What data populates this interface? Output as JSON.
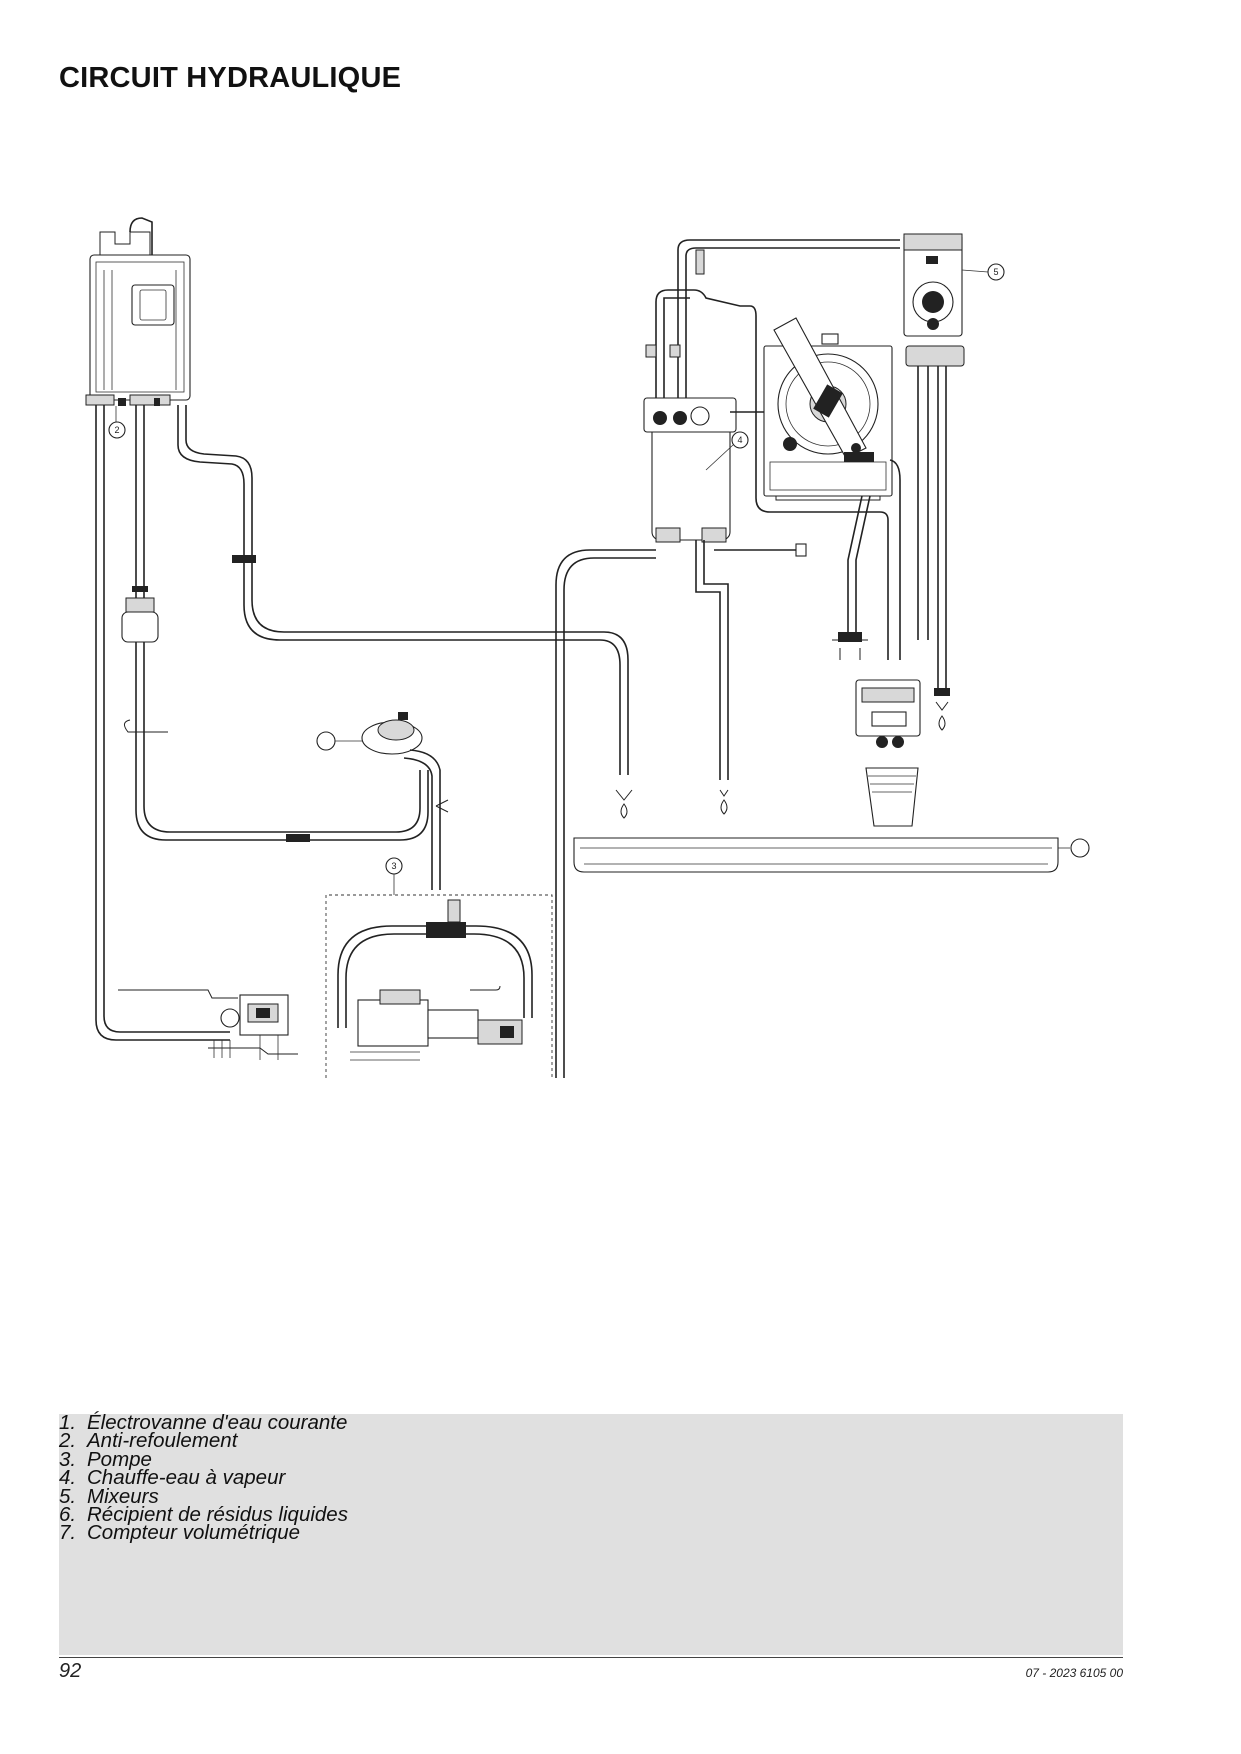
{
  "page": {
    "title": "CIRCUIT HYDRAULIQUE",
    "number": "92",
    "doc_ref": "07 - 2023 6105 00"
  },
  "diagram": {
    "callouts": [
      "2",
      "4",
      "5",
      "3"
    ]
  },
  "legend": {
    "items": [
      {
        "num": "1.",
        "label": "Électrovanne d'eau courante"
      },
      {
        "num": "2.",
        "label": "Anti-refoulement"
      },
      {
        "num": "3.",
        "label": "Pompe"
      },
      {
        "num": "4.",
        "label": "Chauffe-eau à vapeur"
      },
      {
        "num": "5.",
        "label": "Mixeurs"
      },
      {
        "num": "6.",
        "label": "Récipient de résidus liquides"
      },
      {
        "num": "7.",
        "label": "Compteur volumétrique"
      }
    ]
  }
}
